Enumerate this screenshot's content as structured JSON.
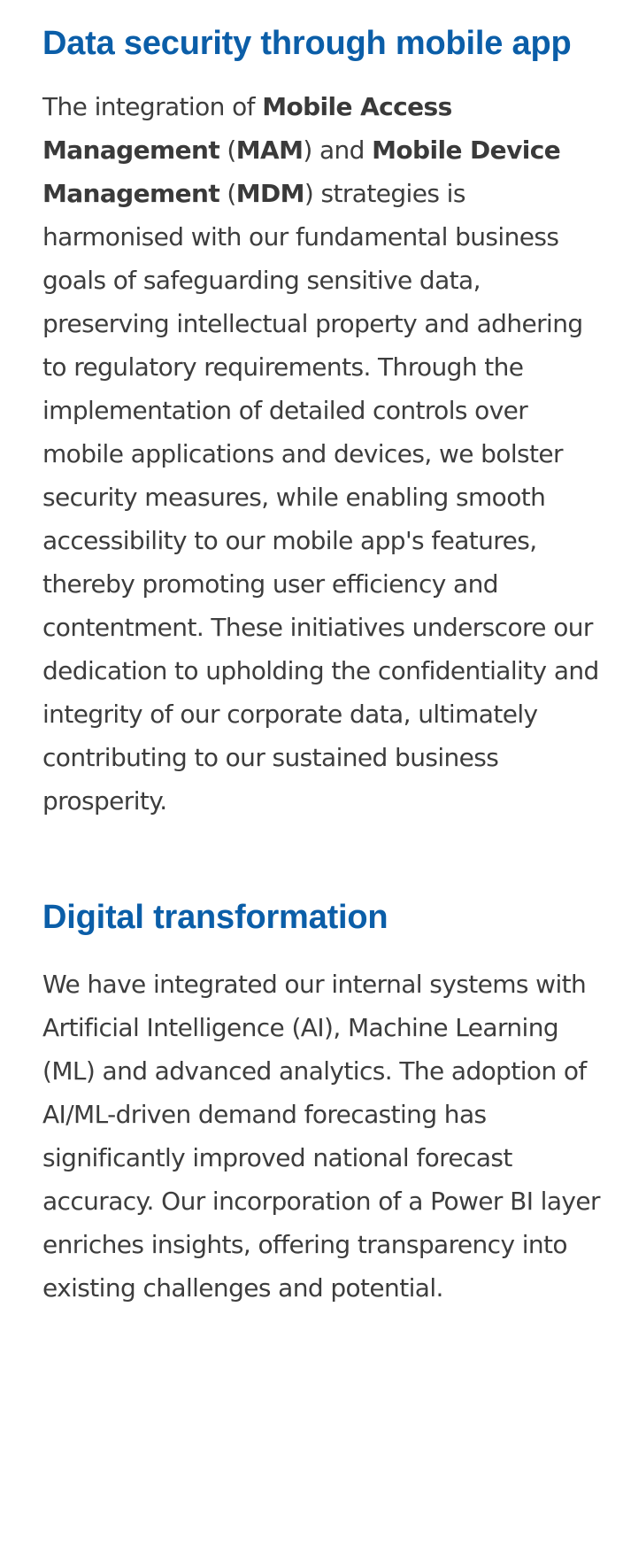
{
  "sections": [
    {
      "title": "Data security through mobile app",
      "body": {
        "t1": "The integration of ",
        "b1": "Mobile Access Management",
        "t2": " (",
        "b2": "MAM",
        "t3": ") and ",
        "b3": "Mobile Device Management",
        "t4": " (",
        "b4": "MDM",
        "t5": ") strategies is harmonised with our fundamental business goals of safeguarding sensitive data, preserving intellectual property and adhering to regulatory requirements. Through the implementation of detailed controls over mobile applications and devices, we bolster security measures, while enabling smooth accessibility to our mobile app's features, thereby promoting user efficiency and contentment. These initiatives underscore our dedication to upholding the confidentiality and integrity of our corporate data, ultimately contributing to our sustained business prosperity."
      }
    },
    {
      "title": "Digital transformation",
      "body": "We have integrated our internal systems with Artificial Intelligence (AI), Machine Learning (ML) and advanced analytics. The adoption of AI/ML-driven demand forecasting has significantly improved national forecast accuracy. Our incorporation of a Power BI layer enriches insights, offering transparency into existing challenges and potential."
    }
  ]
}
